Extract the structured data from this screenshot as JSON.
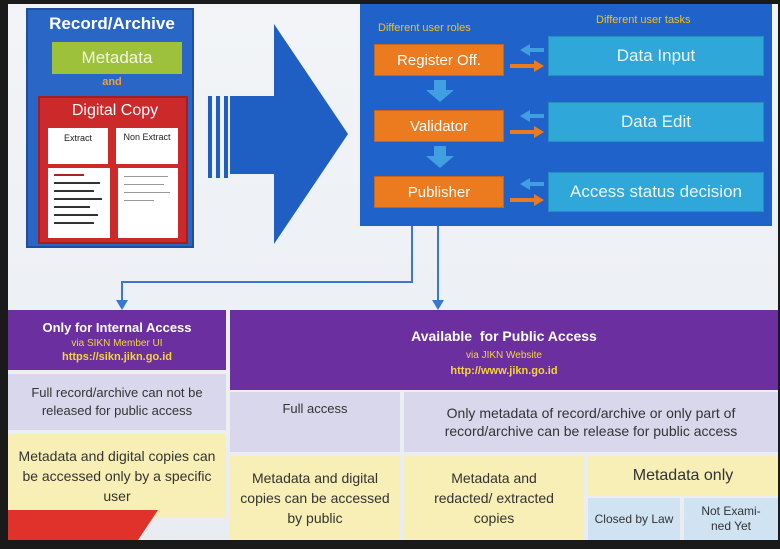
{
  "record_panel": {
    "title": "Record/Archive",
    "metadata_label": "Metadata",
    "and_label": "and",
    "digital_copy_title": "Digital Copy",
    "extract_label": "Extract",
    "non_extract_label": "Non Extract"
  },
  "workflow": {
    "roles_header": "Different user roles",
    "tasks_header": "Different user tasks",
    "roles": [
      "Register Off.",
      "Validator",
      "Publisher"
    ],
    "tasks": [
      "Data Input",
      "Data Edit",
      "Access status decision"
    ]
  },
  "internal": {
    "title": "Only for Internal Access",
    "via": "via SIKN Member UI",
    "url": "https://sikn.jikn.go.id",
    "restriction": "Full record/archive can not be released for public access",
    "detail": "Metadata and digital copies can be accessed only by a specific user"
  },
  "public": {
    "title": "Available  for Public Access",
    "via": "via JIKN Website",
    "url": "http://www.jikn.go.id",
    "full_access": "Full access",
    "partial_access": "Only metadata of record/archive or only part of record/archive can be release for public access",
    "full_detail": "Metadata and digital copies can be accessed by public",
    "redacted_detail": "Metadata and redacted/ extracted copies",
    "metadata_only": "Metadata only",
    "closed_by_law": "Closed by Law",
    "not_examined": "Not Exami-ned Yet"
  },
  "colors": {
    "blue": "#1f62c9",
    "orange": "#ec7a1e",
    "teal": "#2fa7d8",
    "purple": "#6b2fa0",
    "red": "#cc2a2a",
    "green": "#9dc13b"
  }
}
